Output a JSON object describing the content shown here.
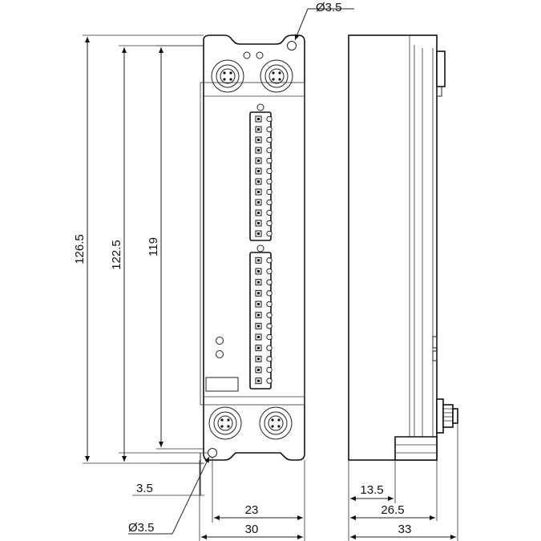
{
  "dimensions": {
    "hole_top": "Ø3.5",
    "hole_bottom": "Ø3.5",
    "overall_height": "126.5",
    "hole_to_hole_height": "122.5",
    "inner_height": "119",
    "hole_offset": "3.5",
    "hole_spacing_width": "23",
    "overall_width": "30",
    "side_offset": "13.5",
    "side_depth": "26.5",
    "overall_depth": "33"
  },
  "terminal_block_pins": 12
}
